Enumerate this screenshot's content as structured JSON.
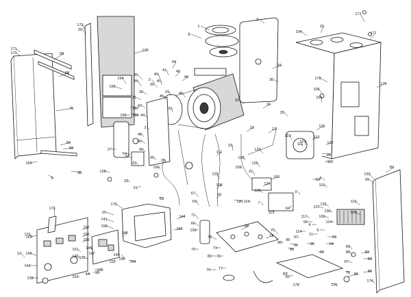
{
  "callouts": [
    "177",
    "173",
    "20",
    "104",
    "6",
    "177",
    "20",
    "170",
    "171",
    "172",
    "58",
    "58",
    "76",
    "56",
    "58",
    "169",
    "38",
    "6",
    "1",
    "8",
    "15",
    "178",
    "179",
    "39",
    "40",
    "41",
    "44",
    "45",
    "46",
    "165",
    "34",
    "164",
    "167",
    "168",
    "166",
    "2",
    "39",
    "40",
    "30",
    "31",
    "46",
    "29",
    "46",
    "20",
    "16",
    "12",
    "101",
    "105",
    "35",
    "42",
    "32",
    "44",
    "3",
    "48",
    "50",
    "49",
    "51",
    "27",
    "54",
    "33",
    "36",
    "15",
    "20",
    "123",
    "119",
    "122",
    "121",
    "111",
    "113",
    "112",
    "123",
    "125",
    "128",
    "150",
    "160",
    "23",
    "35",
    "31",
    "33",
    "128",
    "18",
    "51",
    "52",
    "53",
    "120",
    "129",
    "108",
    "62",
    "116",
    "115",
    "111",
    "109",
    "9",
    "64",
    "127",
    "101",
    "124",
    "7",
    "8",
    "110",
    "132",
    "130",
    "100",
    "114",
    "4",
    "5",
    "11",
    "114",
    "117",
    "99",
    "116",
    "106",
    "82",
    "133",
    "99",
    "173",
    "170",
    "20",
    "141",
    "158",
    "157",
    "156",
    "155",
    "140",
    "138",
    "143",
    "142",
    "146",
    "145",
    "151",
    "135",
    "139",
    "147",
    "148",
    "149",
    "144",
    "160",
    "159",
    "153",
    "154",
    "161",
    "13",
    "14",
    "12",
    "131",
    "150",
    "70",
    "71",
    "69",
    "67",
    "66",
    "68",
    "73",
    "74",
    "80",
    "81",
    "77",
    "79",
    "78",
    "75",
    "76",
    "86",
    "87",
    "88",
    "89",
    "90",
    "91",
    "92",
    "93",
    "94",
    "95",
    "96",
    "97",
    "98",
    "83",
    "84",
    "85",
    "82",
    "83",
    "174",
    "175",
    "176"
  ]
}
